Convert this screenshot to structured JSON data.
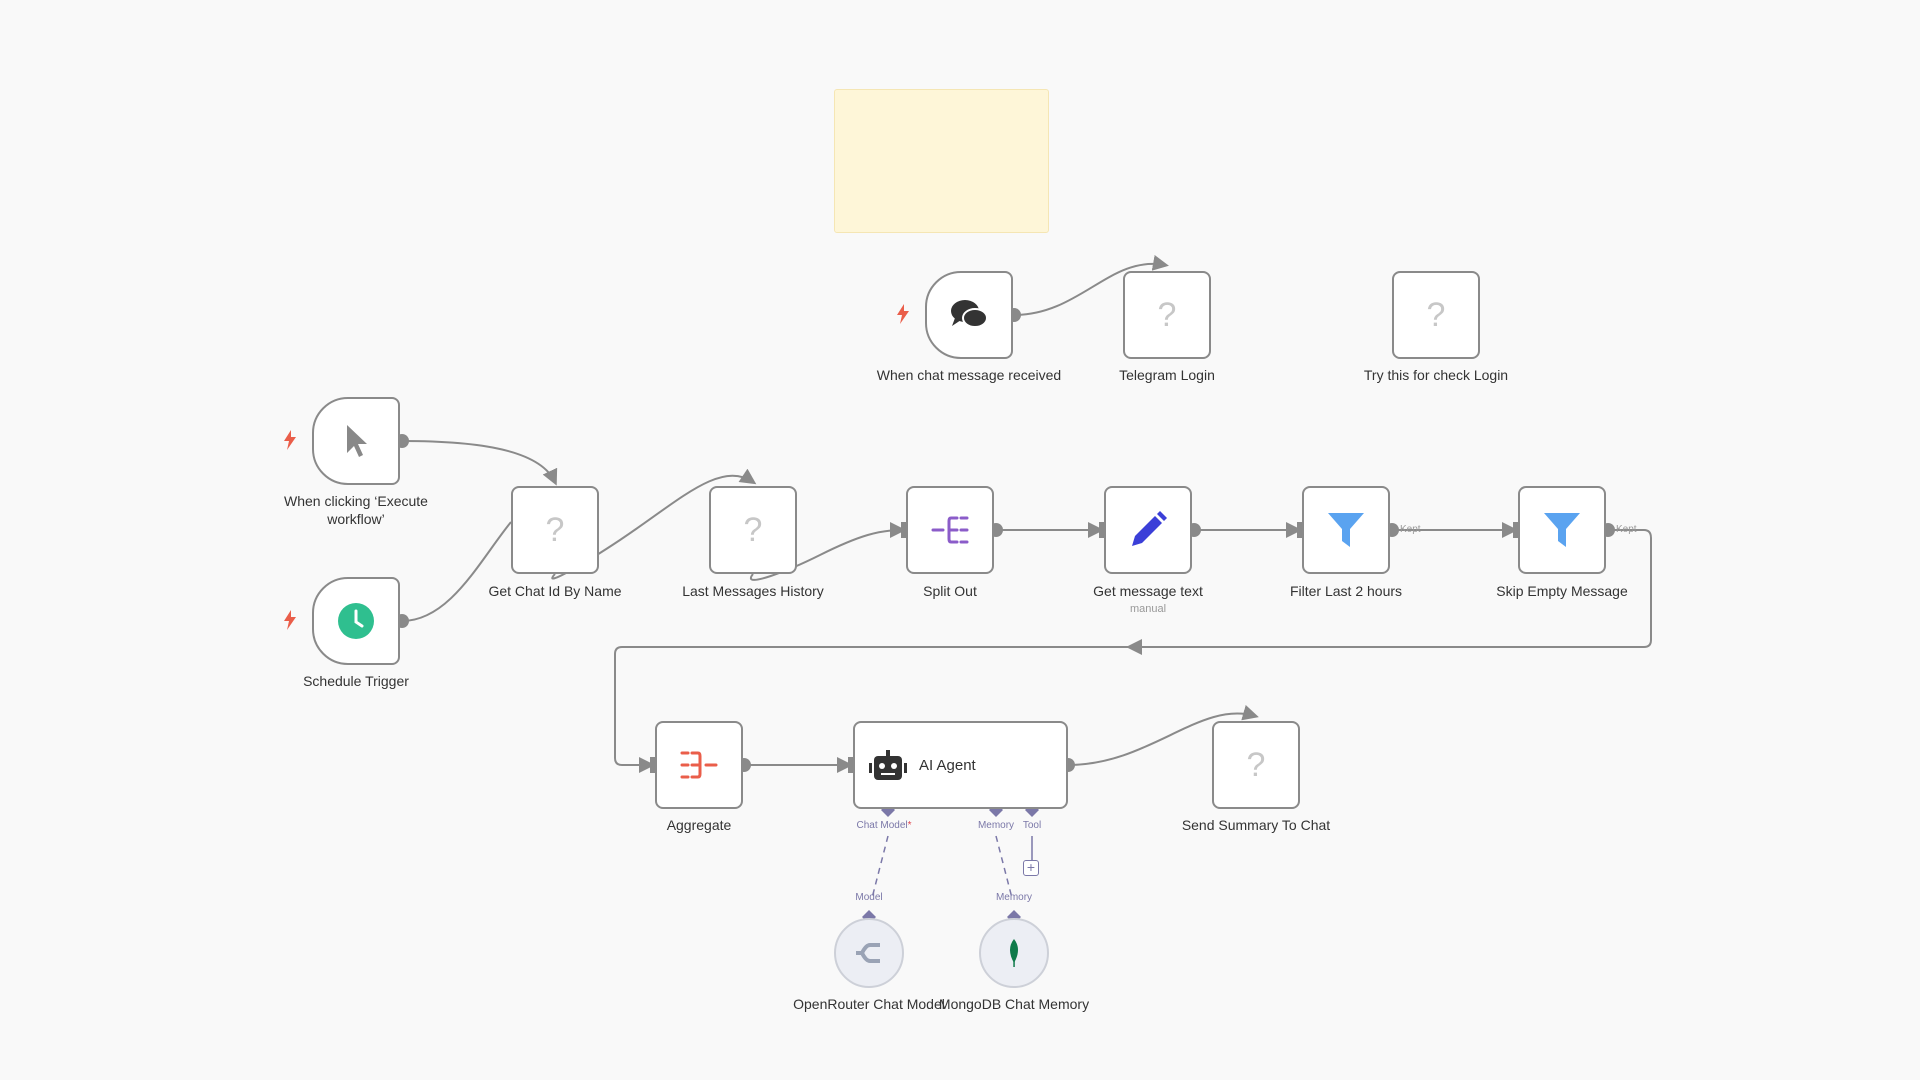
{
  "nodes": {
    "chat_trigger": "When chat message received",
    "telegram_login": "Telegram Login",
    "try_check_login": "Try this for check Login",
    "manual_trigger": "When clicking ‘Execute workflow’",
    "schedule_trigger": "Schedule Trigger",
    "get_chat_id": "Get Chat Id By Name",
    "last_messages": "Last Messages History",
    "split_out": "Split Out",
    "get_message_text": "Get message text",
    "get_message_text_sub": "manual",
    "filter_last": "Filter Last 2 hours",
    "skip_empty": "Skip Empty Message",
    "aggregate": "Aggregate",
    "ai_agent": "AI Agent",
    "send_summary": "Send Summary To Chat",
    "openrouter": "OpenRouter Chat Model",
    "mongodb": "MongoDB Chat Memory"
  },
  "ports": {
    "chat_model": "Chat Model",
    "required_mark": "*",
    "memory": "Memory",
    "tool": "Tool",
    "model": "Model",
    "memory_in": "Memory",
    "kept": "Kept",
    "plus": "+",
    "unknown": "?"
  },
  "colors": {
    "accent_trigger": "#ea5e4a",
    "port": "#7b78a8",
    "wire": "#8a8a8a"
  }
}
